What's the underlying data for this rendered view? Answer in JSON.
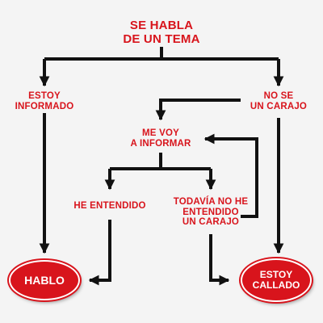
{
  "nodes": {
    "topic": "SE HABLA\nDE UN TEMA",
    "informed": "ESTOY\nINFORMADO",
    "not_know": "NO SE\nUN CARAJO",
    "inform": "ME VOY\nA INFORMAR",
    "understood": "HE ENTENDIDO",
    "not_understood": "TODAVÍA NO HE\nENTENDIDO\nUN CARAJO",
    "speak": "HABLO",
    "silent": "ESTOY\nCALLADO"
  },
  "colors": {
    "text": "#d8141c",
    "arrow": "#111111",
    "oval_fill": "#d8141c",
    "oval_text": "#ffffff",
    "background": "#f4f4f4"
  }
}
